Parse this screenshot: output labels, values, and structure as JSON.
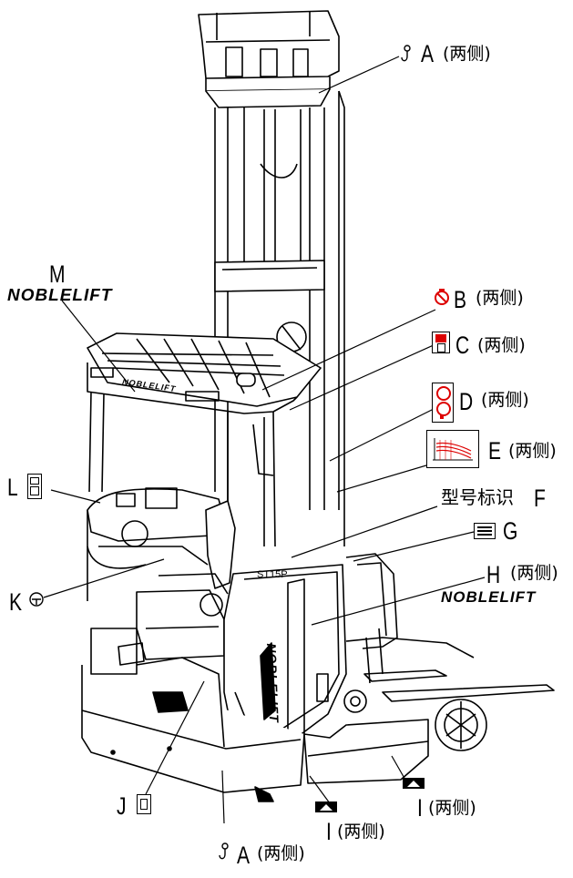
{
  "brand": "NOBLELIFT",
  "callouts": [
    {
      "id": "A_top",
      "letter": "A",
      "side": "(两侧)"
    },
    {
      "id": "B",
      "letter": "B",
      "side": "(两侧)"
    },
    {
      "id": "C",
      "letter": "C",
      "side": "(两侧)"
    },
    {
      "id": "D",
      "letter": "D",
      "side": "(两侧)"
    },
    {
      "id": "E",
      "letter": "E",
      "side": "(两侧)"
    },
    {
      "id": "F",
      "letter": "F",
      "prefix": "型号标识"
    },
    {
      "id": "G",
      "letter": "G"
    },
    {
      "id": "H",
      "letter": "H",
      "side": "(两侧)"
    },
    {
      "id": "I_right",
      "letter": "I",
      "side": "(两侧)"
    },
    {
      "id": "I_mid",
      "letter": "I",
      "side": "(两侧)"
    },
    {
      "id": "A_bottom",
      "letter": "A",
      "side": "(两侧)"
    },
    {
      "id": "J",
      "letter": "J"
    },
    {
      "id": "K",
      "letter": "K"
    },
    {
      "id": "L",
      "letter": "L"
    },
    {
      "id": "M",
      "letter": "M"
    }
  ],
  "truck_model_plate": "ST15P",
  "icons": [
    "hook-icon",
    "no-standing-icon",
    "hand-crush-icon",
    "safety-warning-icon",
    "load-chart-icon",
    "nameplate-icon",
    "triangle-warning-icon",
    "info-tag-icon",
    "steering-icon"
  ]
}
